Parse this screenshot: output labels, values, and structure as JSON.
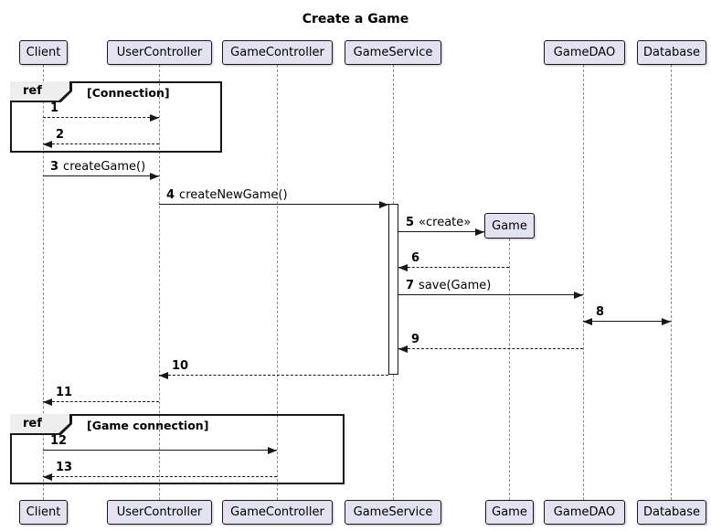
{
  "title": "Create a Game",
  "participants": [
    {
      "name": "Client"
    },
    {
      "name": "UserController"
    },
    {
      "name": "GameController"
    },
    {
      "name": "GameService"
    },
    {
      "name": "Game"
    },
    {
      "name": "GameDAO"
    },
    {
      "name": "Database"
    }
  ],
  "ref_frames": [
    {
      "keyword": "ref",
      "label": "[Connection]"
    },
    {
      "keyword": "ref",
      "label": "[Game connection]"
    }
  ],
  "messages": [
    {
      "seq": "1",
      "text": "",
      "from": "Client",
      "to": "UserController",
      "line": "dotted"
    },
    {
      "seq": "2",
      "text": "",
      "from": "UserController",
      "to": "Client",
      "line": "dotted"
    },
    {
      "seq": "3",
      "text": "createGame()",
      "from": "Client",
      "to": "UserController",
      "line": "solid"
    },
    {
      "seq": "4",
      "text": "createNewGame()",
      "from": "UserController",
      "to": "GameService",
      "line": "solid"
    },
    {
      "seq": "5",
      "text": "«create»",
      "from": "GameService",
      "to": "Game",
      "line": "solid"
    },
    {
      "seq": "6",
      "text": "",
      "from": "Game",
      "to": "GameService",
      "line": "dotted"
    },
    {
      "seq": "7",
      "text": "save(Game)",
      "from": "GameService",
      "to": "GameDAO",
      "line": "solid"
    },
    {
      "seq": "8",
      "text": "",
      "from": "GameDAO",
      "to": "Database",
      "line": "solid-bidirectional"
    },
    {
      "seq": "9",
      "text": "",
      "from": "GameDAO",
      "to": "GameService",
      "line": "dotted"
    },
    {
      "seq": "10",
      "text": "",
      "from": "GameService",
      "to": "UserController",
      "line": "dotted"
    },
    {
      "seq": "11",
      "text": "",
      "from": "UserController",
      "to": "Client",
      "line": "dotted"
    },
    {
      "seq": "12",
      "text": "",
      "from": "Client",
      "to": "GameController",
      "line": "solid"
    },
    {
      "seq": "13",
      "text": "",
      "from": "GameController",
      "to": "Client",
      "line": "dotted"
    }
  ],
  "colors": {
    "participant_fill": "#E2E2F0",
    "participant_border": "#181818",
    "lifeline": "#8A8A8A",
    "arrow": "#181818",
    "ref_tab_fill": "#EEEEEE",
    "background": "#FFFFFF"
  }
}
